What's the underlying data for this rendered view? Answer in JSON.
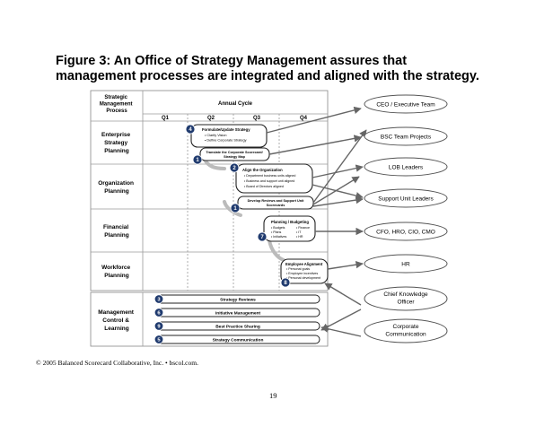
{
  "title": {
    "line1": "Figure 3: An Office of Strategy Management assures that",
    "line2": "management processes are integrated and aligned with the strategy."
  },
  "table": {
    "header_process": [
      "Strategic",
      "Management",
      "Process"
    ],
    "header_cycle": "Annual Cycle",
    "quarters": [
      "Q1",
      "Q2",
      "Q3",
      "Q4"
    ],
    "rows": [
      [
        "Enterprise",
        "Strategy",
        "Planning"
      ],
      [
        "Organization",
        "Planning"
      ],
      [
        "Financial",
        "Planning"
      ],
      [
        "Workforce",
        "Planning"
      ]
    ],
    "control_row": [
      "Management",
      "Control &",
      "Learning"
    ]
  },
  "boxes": {
    "strategy": {
      "badge": "4",
      "title": "Formulate/Update Strategy",
      "items": [
        "Clarify Vision",
        "Define Corporate Strategy"
      ]
    },
    "map": {
      "badge": "1",
      "title_1": "Translate the Corporate Scorecard/",
      "title_2": "Strategy Map"
    },
    "align": {
      "badge": "2",
      "title": "Align the Organization",
      "items": [
        "Department business units aligned",
        "Business and support unit aligned",
        "Board of Directors aligned"
      ]
    },
    "reviews": {
      "badge": "1",
      "title_1": "Develop Reviews and Support Unit",
      "title_2": "Scorecards"
    },
    "financial": {
      "badge": "7",
      "title": "Planning / Budgeting",
      "col1": [
        "Budgets",
        "Plans",
        "Initiatives"
      ],
      "col2": [
        "Finance",
        "IT",
        "HR"
      ]
    },
    "employee": {
      "badge": "8",
      "title": "Employee Alignment",
      "items": [
        "Personal goals",
        "Employee incentives",
        "Personal development"
      ]
    }
  },
  "control_bars": [
    {
      "badge": "3",
      "label": "Strategy Reviews"
    },
    {
      "badge": "6",
      "label": "Initiative Management"
    },
    {
      "badge": "9",
      "label": "Best Practice Sharing"
    },
    {
      "badge": "5",
      "label": "Strategy Communication"
    }
  ],
  "stakeholders": [
    {
      "lines": [
        "CEO / Executive Team"
      ]
    },
    {
      "lines": [
        "BSC Team Projects"
      ]
    },
    {
      "lines": [
        "LOB Leaders"
      ]
    },
    {
      "lines": [
        "Support Unit Leaders"
      ]
    },
    {
      "lines": [
        "CFO, HRO, CIO, CMO"
      ]
    },
    {
      "lines": [
        "HR"
      ]
    },
    {
      "lines": [
        "Chief Knowledge",
        "Officer"
      ]
    },
    {
      "lines": [
        "Corporate",
        "Communication"
      ]
    }
  ],
  "footer": {
    "copyright": "© 2005 Balanced Scorecard Collaborative, Inc. • bscol.com.",
    "page": "19"
  },
  "colors": {
    "badge": "#1f3a6e",
    "arrow": "#666666",
    "grid": "#9a9a9a",
    "cloud": "#555555"
  }
}
